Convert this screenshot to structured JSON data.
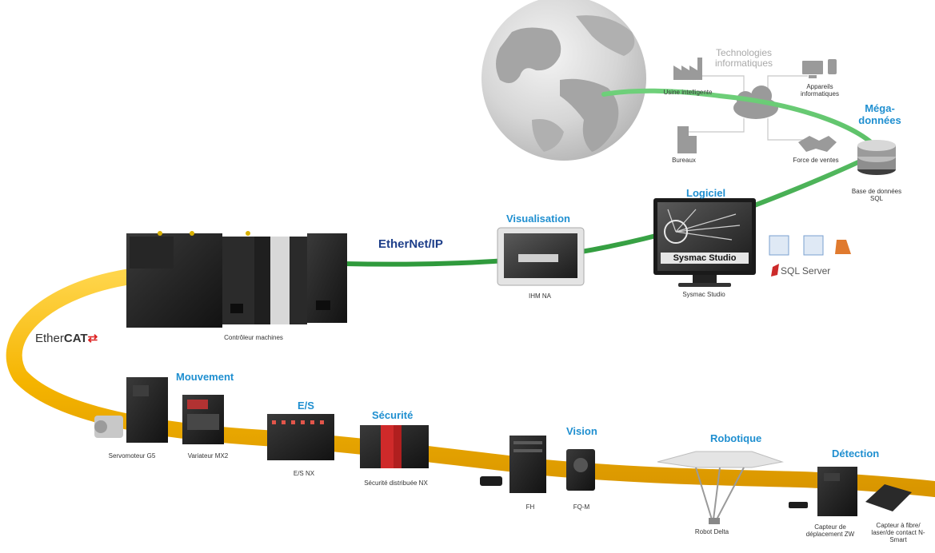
{
  "protocols": {
    "ethernet_ip": "EtherNet/IP",
    "ethercat_prefix": "Ether",
    "ethercat_suffix": "CAT"
  },
  "it": {
    "title": "Technologies informatiques",
    "nodes": {
      "factory": "Usine intelligente",
      "devices": "Appareils informatiques",
      "offices": "Bureaux",
      "sales": "Force de ventes"
    }
  },
  "categories": {
    "big_data": "Méga-données",
    "software": "Logiciel",
    "visualisation": "Visualisation",
    "motion": "Mouvement",
    "io": "E/S",
    "safety": "Sécurité",
    "vision": "Vision",
    "robotics": "Robotique",
    "sensing": "Détection"
  },
  "devices": {
    "database": "Base de données SQL",
    "sysmac": "Sysmac Studio",
    "sysmac_screen": "Sysmac Studio",
    "hmi": "IHM NA",
    "controller": "Contrôleur machines",
    "servo": "Servomoteur G5",
    "drive": "Variateur MX2",
    "io_nx": "E/S NX",
    "safety_nx": "Sécurité distribuée NX",
    "fh": "FH",
    "fqm": "FQ-M",
    "robot": "Robot Delta",
    "zw": "Capteur de déplacement ZW",
    "nsmart": "Capteur à fibre/ laser/de contact N-Smart"
  },
  "software_logos": {
    "sql": "SQL Server"
  },
  "colors": {
    "accent": "#1f8fd0",
    "ethercat_cable": "#f5b400",
    "ethernet_cable": "#3cb04a",
    "globe": "#c9c9c9"
  }
}
